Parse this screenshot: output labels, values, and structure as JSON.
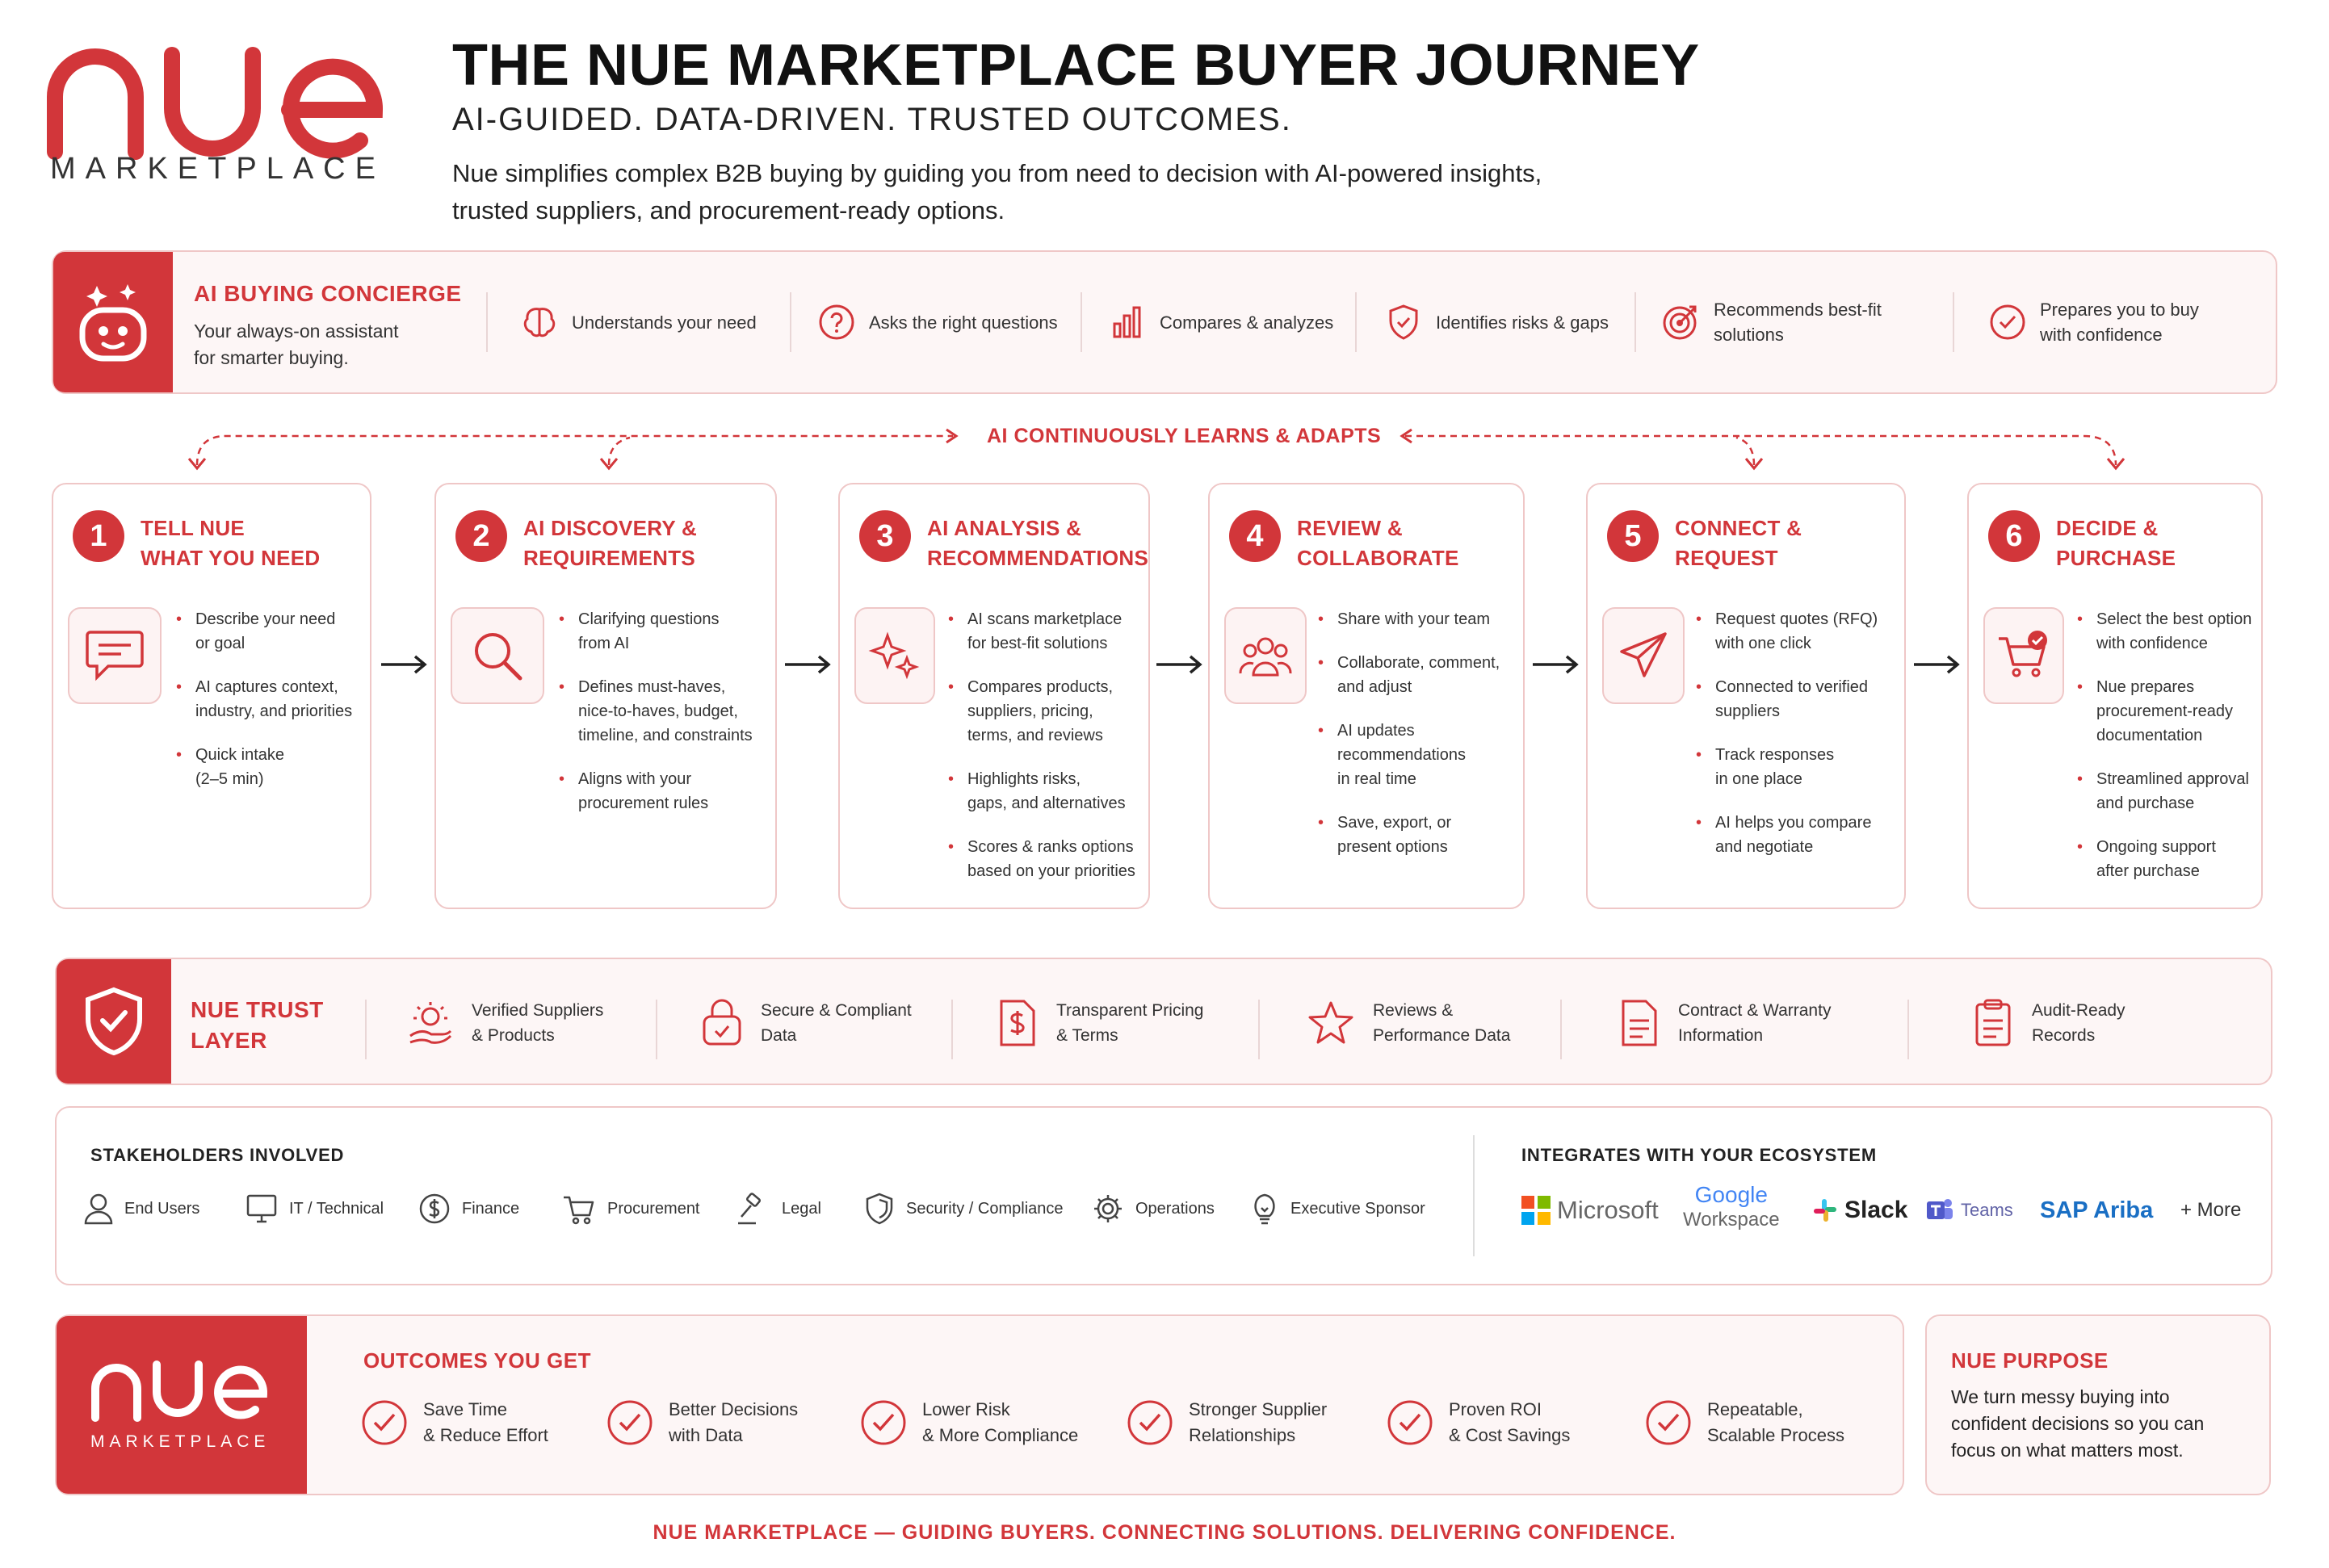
{
  "logo": {
    "wordmark": "nue",
    "sub": "MARKETPLACE"
  },
  "header": {
    "title": "THE NUE MARKETPLACE BUYER JOURNEY",
    "subtitle": "AI-GUIDED. DATA-DRIVEN. TRUSTED OUTCOMES.",
    "description_1": "Nue simplifies complex B2B buying by guiding you from need to decision with AI-powered insights,",
    "description_2": "trusted suppliers, and procurement-ready options."
  },
  "concierge": {
    "title": "AI BUYING CONCIERGE",
    "desc_1": "Your always-on assistant",
    "desc_2": "for smarter buying.",
    "features": [
      {
        "icon": "brain-icon",
        "l1": "Understands your need",
        "l2": ""
      },
      {
        "icon": "question-icon",
        "l1": "Asks the right questions",
        "l2": ""
      },
      {
        "icon": "bar-chart-icon",
        "l1": "Compares & analyzes",
        "l2": ""
      },
      {
        "icon": "shield-check-icon",
        "l1": "Identifies risks & gaps",
        "l2": ""
      },
      {
        "icon": "target-icon",
        "l1": "Recommends best-fit",
        "l2": "solutions"
      },
      {
        "icon": "check-circle-icon",
        "l1": "Prepares you to buy",
        "l2": "with confidence"
      }
    ]
  },
  "learn_label": "AI CONTINUOUSLY LEARNS & ADAPTS",
  "steps": [
    {
      "num": "1",
      "t1": "TELL NUE",
      "t2": "WHAT YOU NEED",
      "icon": "chat-icon",
      "bullets": [
        [
          "Describe your need",
          "or goal"
        ],
        [
          "AI captures context,",
          "industry, and priorities"
        ],
        [
          "Quick intake",
          "(2–5 min)"
        ]
      ]
    },
    {
      "num": "2",
      "t1": "AI DISCOVERY &",
      "t2": "REQUIREMENTS",
      "icon": "search-icon",
      "bullets": [
        [
          "Clarifying questions",
          "from AI"
        ],
        [
          "Defines must-haves,",
          "nice-to-haves, budget,",
          "timeline, and constraints"
        ],
        [
          "Aligns with your",
          "procurement rules"
        ]
      ]
    },
    {
      "num": "3",
      "t1": "AI ANALYSIS &",
      "t2": "RECOMMENDATIONS",
      "icon": "sparkle-icon",
      "bullets": [
        [
          "AI scans marketplace",
          "for best-fit solutions"
        ],
        [
          "Compares products,",
          "suppliers, pricing,",
          "terms, and reviews"
        ],
        [
          "Highlights risks,",
          "gaps, and alternatives"
        ],
        [
          "Scores & ranks options",
          "based on your priorities"
        ]
      ]
    },
    {
      "num": "4",
      "t1": "REVIEW &",
      "t2": "COLLABORATE",
      "icon": "team-icon",
      "bullets": [
        [
          "Share with your team"
        ],
        [
          "Collaborate, comment,",
          "and adjust"
        ],
        [
          "AI updates",
          "recommendations",
          "in real time"
        ],
        [
          "Save, export, or",
          "present options"
        ]
      ]
    },
    {
      "num": "5",
      "t1": "CONNECT &",
      "t2": "REQUEST",
      "icon": "paper-plane-icon",
      "bullets": [
        [
          "Request quotes (RFQ)",
          "with one click"
        ],
        [
          "Connected to verified",
          "suppliers"
        ],
        [
          "Track responses",
          "in one place"
        ],
        [
          "AI helps you compare",
          "and negotiate"
        ]
      ]
    },
    {
      "num": "6",
      "t1": "DECIDE &",
      "t2": "PURCHASE",
      "icon": "cart-check-icon",
      "bullets": [
        [
          "Select the best option",
          "with confidence"
        ],
        [
          "Nue prepares",
          "procurement-ready",
          "documentation"
        ],
        [
          "Streamlined approval",
          "and purchase"
        ],
        [
          "Ongoing support",
          "after purchase"
        ]
      ]
    }
  ],
  "trust": {
    "title_1": "NUE TRUST",
    "title_2": "LAYER",
    "features": [
      {
        "icon": "verified-hand-icon",
        "l1": "Verified Suppliers",
        "l2": "& Products"
      },
      {
        "icon": "secure-lock-icon",
        "l1": "Secure & Compliant",
        "l2": "Data"
      },
      {
        "icon": "dollar-doc-icon",
        "l1": "Transparent Pricing",
        "l2": "& Terms"
      },
      {
        "icon": "star-icon",
        "l1": "Reviews &",
        "l2": "Performance Data"
      },
      {
        "icon": "contract-icon",
        "l1": "Contract & Warranty",
        "l2": "Information"
      },
      {
        "icon": "clipboard-icon",
        "l1": "Audit-Ready",
        "l2": "Records"
      }
    ]
  },
  "stakeholders": {
    "title": "STAKEHOLDERS INVOLVED",
    "items": [
      {
        "icon": "user-icon",
        "label": "End Users"
      },
      {
        "icon": "monitor-icon",
        "label": "IT / Technical"
      },
      {
        "icon": "dollar-icon",
        "label": "Finance"
      },
      {
        "icon": "cart-icon",
        "label": "Procurement"
      },
      {
        "icon": "gavel-icon",
        "label": "Legal"
      },
      {
        "icon": "shield-icon",
        "label": "Security / Compliance"
      },
      {
        "icon": "gear-icon",
        "label": "Operations"
      },
      {
        "icon": "lightbulb-icon",
        "label": "Executive Sponsor"
      }
    ]
  },
  "integrations": {
    "title": "INTEGRATES WITH YOUR ECOSYSTEM",
    "microsoft": "Microsoft",
    "google_1": "Google",
    "google_2": "Workspace",
    "slack": "Slack",
    "teams": "Teams",
    "sap": "SAP Ariba",
    "more": "+ More"
  },
  "outcomes": {
    "title": "OUTCOMES YOU GET",
    "items": [
      {
        "l1": "Save Time",
        "l2": "& Reduce Effort"
      },
      {
        "l1": "Better Decisions",
        "l2": "with Data"
      },
      {
        "l1": "Lower Risk",
        "l2": "& More Compliance"
      },
      {
        "l1": "Stronger Supplier",
        "l2": "Relationships"
      },
      {
        "l1": "Proven ROI",
        "l2": "& Cost Savings"
      },
      {
        "l1": "Repeatable,",
        "l2": "Scalable Process"
      }
    ]
  },
  "purpose": {
    "title": "NUE PURPOSE",
    "l1": "We turn messy buying into",
    "l2": "confident decisions so you can",
    "l3": "focus on what matters most."
  },
  "footer": "NUE MARKETPLACE — GUIDING BUYERS. CONNECTING SOLUTIONS. DELIVERING CONFIDENCE.",
  "colors": {
    "accent": "#d2363a",
    "border": "#efc7c7",
    "tint": "#fdf6f6"
  }
}
